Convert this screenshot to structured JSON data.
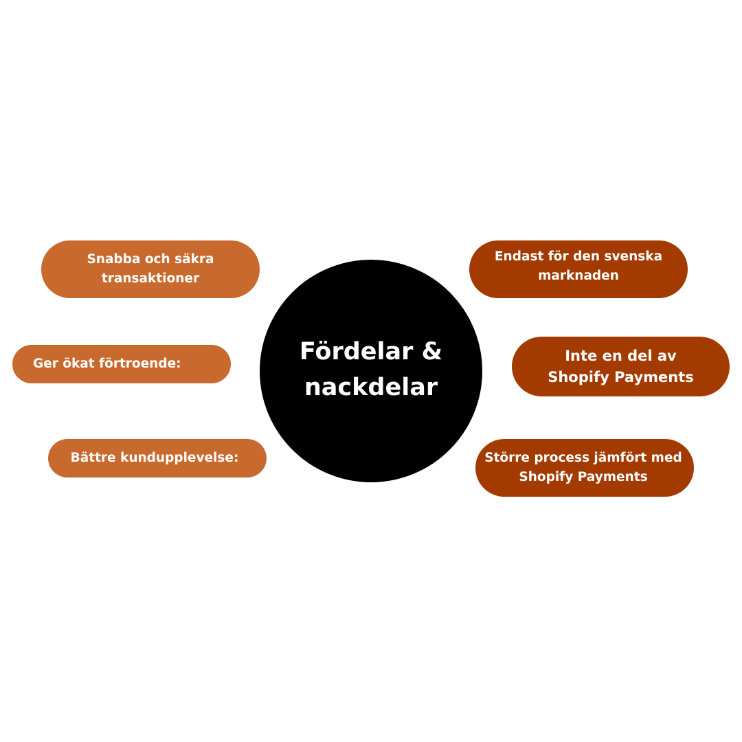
{
  "center": {
    "title": "Fördelar & nackdelar"
  },
  "advantages": [
    {
      "label": "Snabba och säkra transaktioner"
    },
    {
      "label": "Ger ökat förtroende:"
    },
    {
      "label": "Bättre kundupplevelse:"
    }
  ],
  "disadvantages": [
    {
      "label": "Endast för den svenska marknaden"
    },
    {
      "label": "Inte en del av Shopify Payments"
    },
    {
      "label": "Större process jämfört med Shopify Payments"
    }
  ],
  "colors": {
    "advantage": "#c8692e",
    "disadvantage": "#a33a00",
    "center": "#000000",
    "text": "#ffffff",
    "background": "#ffffff"
  }
}
